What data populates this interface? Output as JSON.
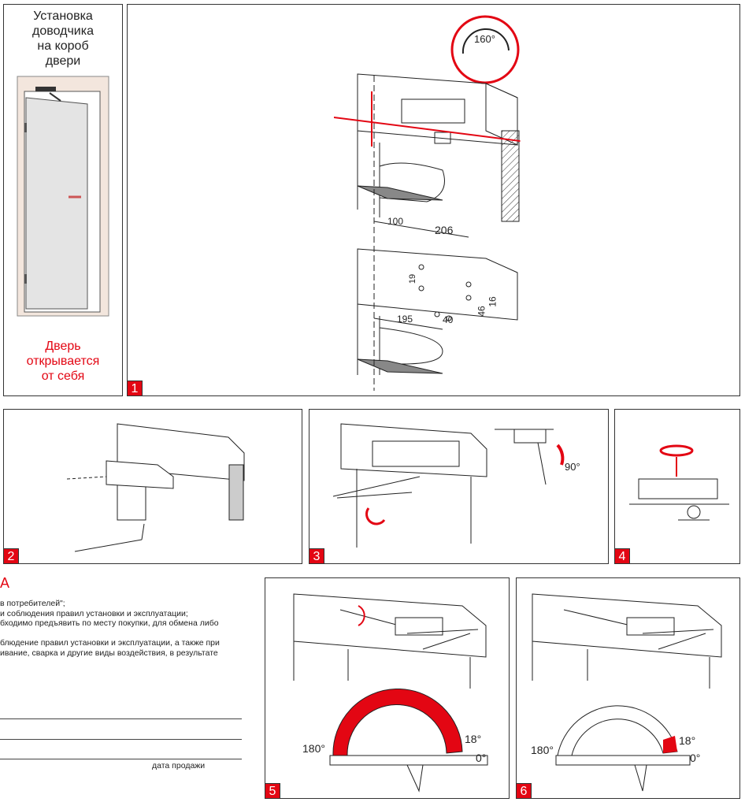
{
  "side_panel": {
    "title_lines": [
      "Установка",
      "доводчика",
      "на короб",
      "двери"
    ],
    "note_lines": [
      "Дверь",
      "открывается",
      "от себя"
    ]
  },
  "panel1": {
    "number": "1",
    "angle": "160°",
    "dims": {
      "d100": "100",
      "d206": "206",
      "d19": "19",
      "d195": "195",
      "d40": "40",
      "d46": "46",
      "d16": "16"
    }
  },
  "panel2": {
    "number": "2"
  },
  "panel3": {
    "number": "3",
    "angle": "90°"
  },
  "panel4": {
    "number": "4"
  },
  "panel5": {
    "number": "5",
    "labels": [
      "180°",
      "18°",
      "0°"
    ]
  },
  "panel6": {
    "number": "6",
    "labels": [
      "180°",
      "18°",
      "0°"
    ]
  },
  "warranty": {
    "heading": "А",
    "lines": [
      "в потребителей\";",
      "и соблюдения правил установки и эксплуатации;",
      "бходимо предъявить по месту покупки, для обмена либо",
      "",
      "блюдение правил установки и эксплуатации, а также при",
      "ивание, сварка и другие виды воздействия, в результате"
    ],
    "sale_date_label": "дата продажи"
  },
  "colors": {
    "accent": "#e30613"
  }
}
